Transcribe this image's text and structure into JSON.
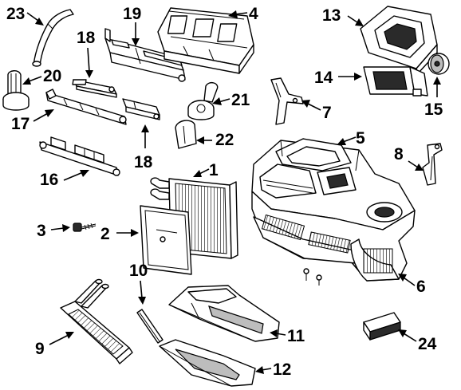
{
  "callouts": {
    "c1": "1",
    "c2": "2",
    "c3": "3",
    "c4": "4",
    "c5": "5",
    "c6": "6",
    "c7": "7",
    "c8": "8",
    "c9": "9",
    "c10": "10",
    "c11": "11",
    "c12": "12",
    "c13": "13",
    "c14": "14",
    "c15": "15",
    "c16": "16",
    "c17": "17",
    "c18a": "18",
    "c18b": "18",
    "c19": "19",
    "c20": "20",
    "c21": "21",
    "c22": "22",
    "c23": "23",
    "c24": "24"
  },
  "colors": {
    "ink": "#000000",
    "paper": "#ffffff",
    "shade": "#bdbdbd"
  }
}
